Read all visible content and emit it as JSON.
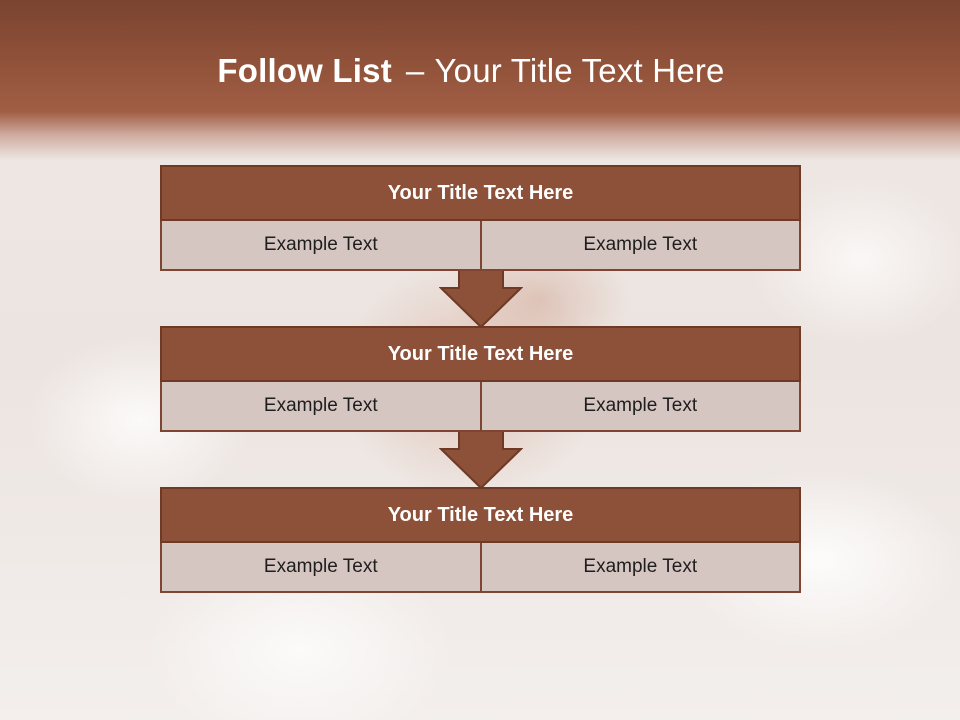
{
  "slide": {
    "title_bold": "Follow List",
    "title_dash": "–",
    "title_rest": "Your Title Text Here"
  },
  "blocks": [
    {
      "title": "Your Title Text Here",
      "left": "Example Text",
      "right": "Example Text"
    },
    {
      "title": "Your Title Text Here",
      "left": "Example Text",
      "right": "Example Text"
    },
    {
      "title": "Your Title Text Here",
      "left": "Example Text",
      "right": "Example Text"
    }
  ],
  "colors": {
    "header_brown": "#8d5038",
    "border_brown": "#6e3a26",
    "cell_fill": "#d6c6c1"
  },
  "icons": [
    "down-arrow-icon"
  ]
}
